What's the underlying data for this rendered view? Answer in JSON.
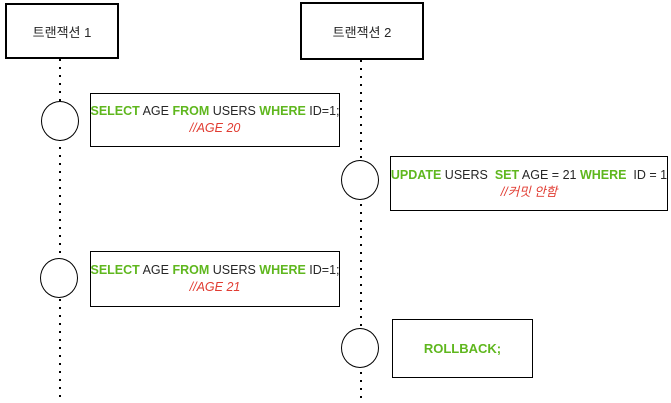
{
  "diagram": {
    "colors": {
      "keyword_green": "#5FB71E",
      "comment_red": "#E13C32",
      "text_black": "#262626",
      "line_black": "#000000",
      "background": "#FFFFFF"
    },
    "lanes": [
      {
        "title": "트랜잭션 1"
      },
      {
        "title": "트랜잭션 2"
      }
    ],
    "steps": [
      {
        "name": "t1-select-age-20",
        "sql": [
          {
            "t": "SELECT",
            "k": true
          },
          {
            "t": " AGE "
          },
          {
            "t": "FROM",
            "k": true
          },
          {
            "t": " USERS "
          },
          {
            "t": "WHERE",
            "k": true
          },
          {
            "t": " ID=1;"
          }
        ],
        "comment": "//AGE 20"
      },
      {
        "name": "t2-update-no-commit",
        "sql": [
          {
            "t": "UPDATE",
            "k": true
          },
          {
            "t": " USERS  "
          },
          {
            "t": "SET",
            "k": true
          },
          {
            "t": " AGE = 21 "
          },
          {
            "t": "WHERE",
            "k": true
          },
          {
            "t": "  ID = 1"
          }
        ],
        "comment": "//커밋 안함"
      },
      {
        "name": "t1-select-age-21",
        "sql": [
          {
            "t": "SELECT",
            "k": true
          },
          {
            "t": " AGE "
          },
          {
            "t": "FROM",
            "k": true
          },
          {
            "t": " USERS "
          },
          {
            "t": "WHERE",
            "k": true
          },
          {
            "t": " ID=1;"
          }
        ],
        "comment": "//AGE 21"
      },
      {
        "name": "t2-rollback",
        "sql": [
          {
            "t": "ROLLBACK;",
            "k": true
          }
        ],
        "comment": ""
      }
    ]
  }
}
